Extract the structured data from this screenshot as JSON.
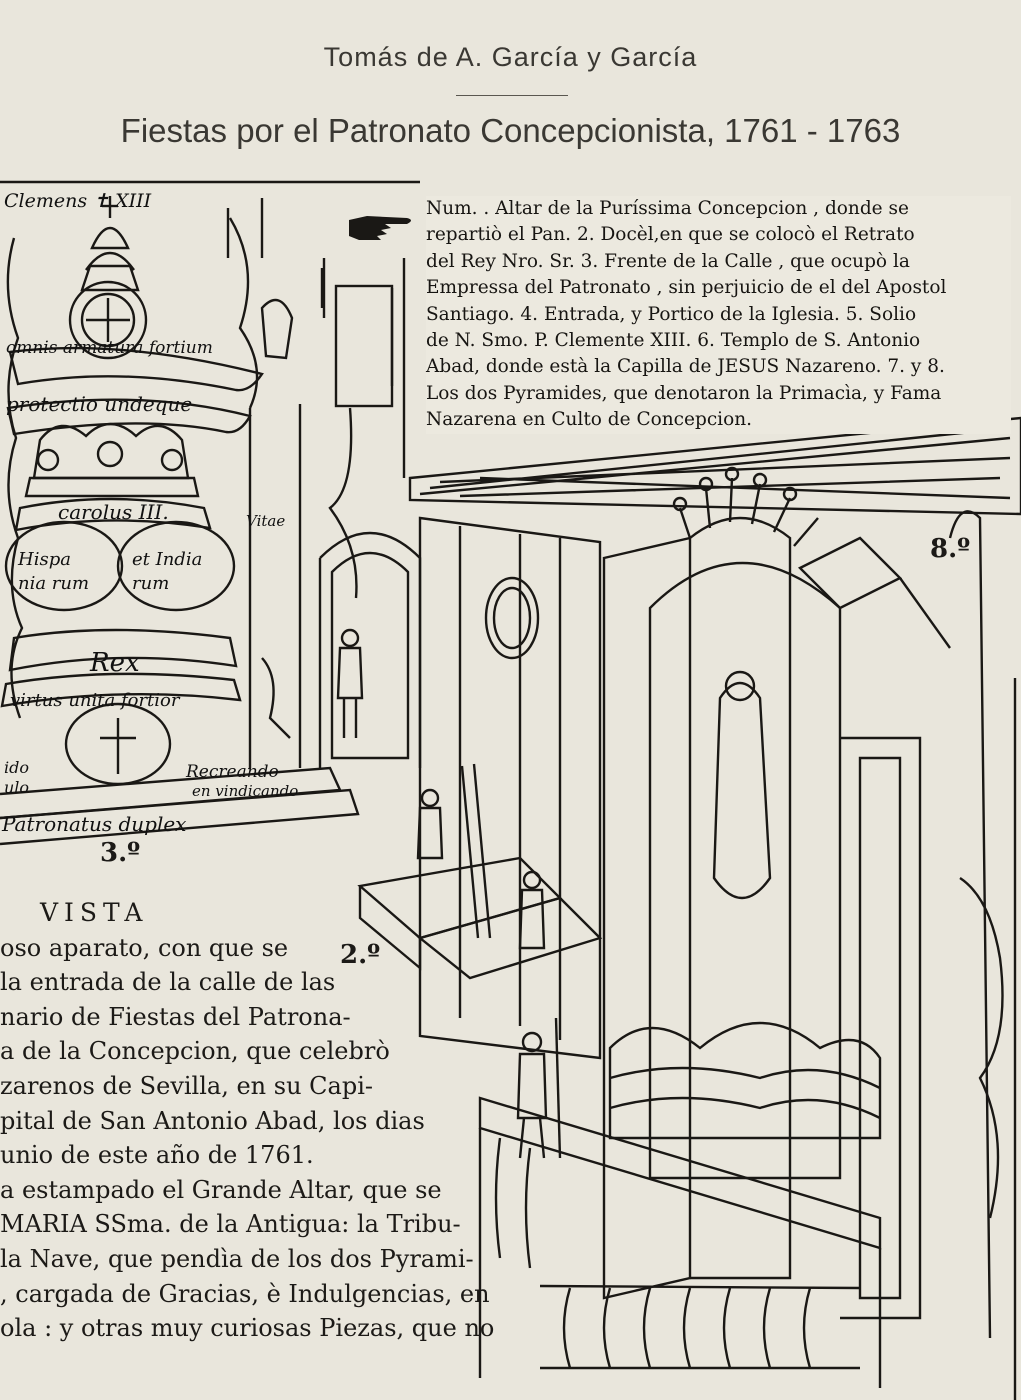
{
  "header": {
    "author": "Tomás de A. García y García",
    "title": "Fiestas por el Patronato Concepcionista, 1761 - 1763"
  },
  "legend": {
    "lines": [
      "Num. . Altar de la Puríssima Concepcion , donde se",
      "repartiò el Pan.   2. Docèl,en que se colocò el Retrato",
      "del Rey Nro. Sr.   3. Frente de la Calle , que ocupò la",
      "Empressa del Patronato , sin perjuicio de el del Apostol",
      "Santiago.  4. Entrada, y Portico de la Iglesia.  5. Solio",
      "de N. Smo. P. Clemente XIII.  6. Templo de S. Antonio",
      "Abad, donde està la Capilla de JESUS Nazareno. 7. y 8.",
      "Los dos Pyramides, que denotaron la Primacìa, y Fama",
      "Nazarena en Culto de Concepcion."
    ]
  },
  "vista": {
    "heading": "VISTA",
    "lines": [
      "oso aparato, con que se",
      "la entrada de la calle de las",
      "nario de Fiestas del Patrona-",
      "a de la Concepcion, que celebrò",
      "zarenos de Sevilla, en su Capi-",
      "pital de San Antonio Abad, los dias",
      "unio de este año de 1761.",
      "a estampado el Grande Altar, que se",
      "MARIA SSma. de la Antigua: la Tribu-",
      "la Nave, que pendìa de los dos Pyrami-",
      ", cargada de Gracias, è Indulgencias, en",
      "ola :  y otras muy curiosas Piezas,  que no"
    ]
  },
  "engraving_labels": {
    "pope": "Clemens ✝ XIII",
    "banner1": "omnis armatura fortium",
    "banner2": "protectio undeque",
    "king": "carolus III.",
    "medal_left": "Hispa nia rum",
    "medal_right": "et India rum",
    "rex": "Rex",
    "banner3": "virtus unita fortior",
    "vitae": "Vitae",
    "left_small": "ido",
    "left_small2": "ulo",
    "recreando": "Recreando",
    "vindicando": "en vindicando",
    "patronatus": "Patronatus duplex",
    "num3": "3.º",
    "num2": "2.º",
    "num8": "8.º"
  }
}
